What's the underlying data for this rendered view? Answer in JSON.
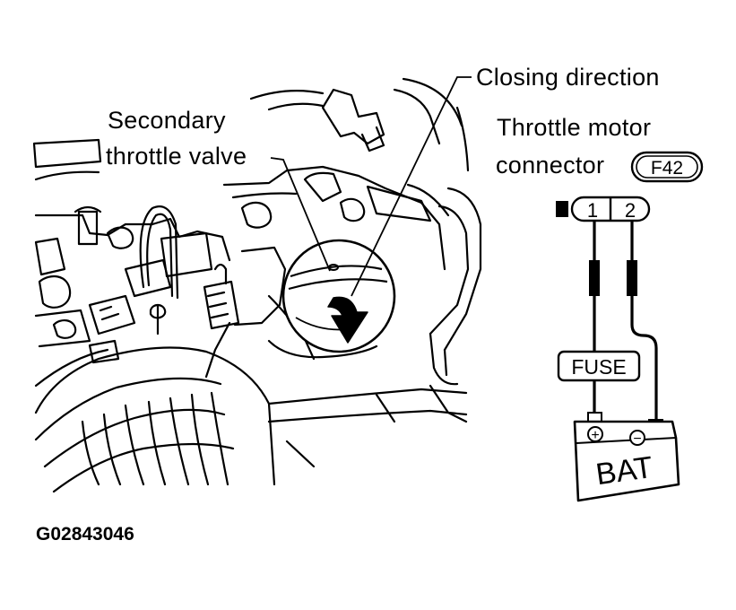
{
  "labels": {
    "secondary_throttle_valve": [
      "Secondary",
      "throttle valve"
    ],
    "closing_direction": "Closing direction",
    "throttle_motor_connector": [
      "Throttle motor",
      "connector"
    ],
    "connector_id": "F42",
    "pin_1": "1",
    "pin_2": "2",
    "fuse": "FUSE",
    "battery": "BAT",
    "battery_plus": "+",
    "battery_minus": "−"
  },
  "figure_id": "G02843046",
  "colors": {
    "ink": "#000000",
    "paper": "#ffffff"
  }
}
